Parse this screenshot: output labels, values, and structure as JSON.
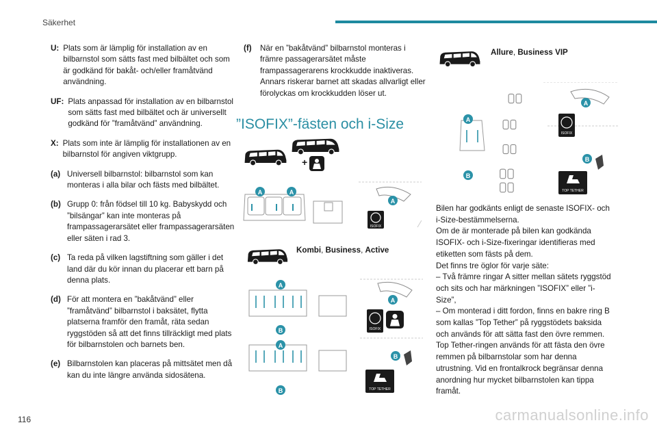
{
  "header": {
    "section": "Säkerhet",
    "accent_color": "#1d8aa0"
  },
  "page_number": "116",
  "watermark": "carmanualsonline.info",
  "legend": [
    {
      "code": "U:",
      "text": "Plats som är lämplig för installation av en bilbarnstol som sätts fast med bilbältet och som är godkänd för bakåt- och/eller framåtvänd användning."
    },
    {
      "code": "UF:",
      "text": "Plats anpassad för installation av en bilbarnstol som sätts fast med bilbältet och är universellt godkänd för ”framåtvänd” användning."
    },
    {
      "code": "X:",
      "text": "Plats som inte är lämplig för installationen av en bilbarnstol för angiven viktgrupp."
    },
    {
      "code": "(a)",
      "text": "Universell bilbarnstol: bilbarnstol som kan monteras i alla bilar och fästs med bilbältet."
    },
    {
      "code": "(b)",
      "text": "Grupp 0: från födsel till 10 kg. Babyskydd och ”bilsängar” kan inte monteras på frampassagerarsätet eller frampassagerarsäten eller säten i rad 3."
    },
    {
      "code": "(c)",
      "text": "Ta reda på vilken lagstiftning som gäller i det land där du kör innan du placerar ett barn på denna plats."
    },
    {
      "code": "(d)",
      "text": "För att montera en ”bakåtvänd” eller ”framåtvänd” bilbarnstol i baksätet, flytta platserna framför den framåt, räta sedan ryggstöden så att det finns tillräckligt med plats för bilbarnstolen och barnets ben."
    },
    {
      "code": "(e)",
      "text": "Bilbarnstolen kan placeras på mittsätet men då kan du inte längre använda sidosätena."
    }
  ],
  "note_f": {
    "code": "(f)",
    "text": "När en ”bakåtvänd” bilbarnstol monteras i främre passagerarsätet måste frampassagerarens krockkudde inaktiveras. Annars riskerar barnet att skadas allvarligt eller förolyckas om krockkudden löser ut."
  },
  "section_title": "”ISOFIX”-fästen och i-Size",
  "versions": {
    "kombi": {
      "a": "Kombi",
      "sep1": ", ",
      "b": "Business",
      "sep2": ", ",
      "c": "Active"
    },
    "allure": {
      "a": "Allure",
      "sep1": ", ",
      "b": "Business VIP"
    }
  },
  "figure_labels": {
    "anchor_a": "A",
    "anchor_b": "B",
    "isofix": "ISOFIX",
    "top_tether": "TOP TETHER",
    "plus": "+"
  },
  "body_text": [
    "Bilen har godkänts enligt de senaste ISOFIX- och i-Size-bestämmelserna.",
    "Om de är monterade på bilen kan godkända ISOFIX- och i-Size-fixeringar identifieras med etiketten som fästs på dem.",
    "Det finns tre öglor för varje säte:",
    "–  Två främre ringar A sitter mellan sätets ryggstöd och sits och har märkningen ”ISOFIX” eller ”i-Size”,",
    "–  Om monterad i ditt fordon, finns en bakre ring B som kallas ”Top Tether” på ryggstödets baksida och används för att sätta fast den övre remmen.",
    "Top Tether-ringen används för att fästa den övre remmen på bilbarnstolar som har denna utrustning. Vid en frontalkrock begränsar denna anordning hur mycket bilbarnstolen kan tippa framåt."
  ],
  "colors": {
    "accent": "#2a8ea3",
    "anchor_badge": "#2b92a8",
    "figure_line": "#9a9a9a"
  }
}
